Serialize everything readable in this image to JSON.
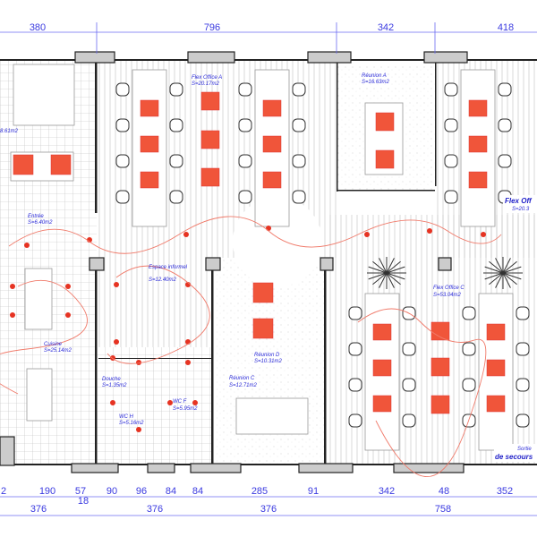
{
  "plan": {
    "top_dimensions": [
      "380",
      "796",
      "342",
      "418"
    ],
    "bottom_dimensions_row1": [
      "2",
      "190",
      "57",
      "90",
      "96",
      "84",
      "84",
      "285",
      "91",
      "342",
      "48",
      "352"
    ],
    "bottom_dimensions_row2": [
      "376",
      "18",
      "376",
      "376",
      "758"
    ],
    "rooms": {
      "partial_left": {
        "area": "8.61m2"
      },
      "flex_office_a": {
        "name": "Flex Office A",
        "area": "S=20.17m2"
      },
      "reunion_a": {
        "name": "Réunion A",
        "area": "S=16.63m2"
      },
      "flex_office_b": {
        "name": "Flex Off",
        "area": "S=20.3"
      },
      "entree": {
        "name": "Entrée",
        "area": "S=6.40m2"
      },
      "espace_informel": {
        "name": "Espace informel",
        "area": "S=12.40m2"
      },
      "cuisine": {
        "name": "Cuisine",
        "area": "S=25.14m2"
      },
      "douche": {
        "name": "Douche",
        "area": "S=1.35m2"
      },
      "wc_h": {
        "name": "WC H",
        "area": "S=5.16m2"
      },
      "wc_f": {
        "name": "WC F",
        "area": "S=5.95m2"
      },
      "reunion_d": {
        "name": "Réunion D",
        "area": "S=10.31m2"
      },
      "reunion_c": {
        "name": "Réunion C",
        "area": "S=12.71m2"
      },
      "flex_office_c": {
        "name": "Flex Office C",
        "area": "S=53.04m2"
      },
      "sortie_secours": {
        "name": "Sortie",
        "area": "de secours"
      }
    },
    "colors": {
      "dimension": "#3a3ae0",
      "room_label": "#2a2ad8",
      "equipment": "#f0553a",
      "wall": "#222222"
    }
  }
}
